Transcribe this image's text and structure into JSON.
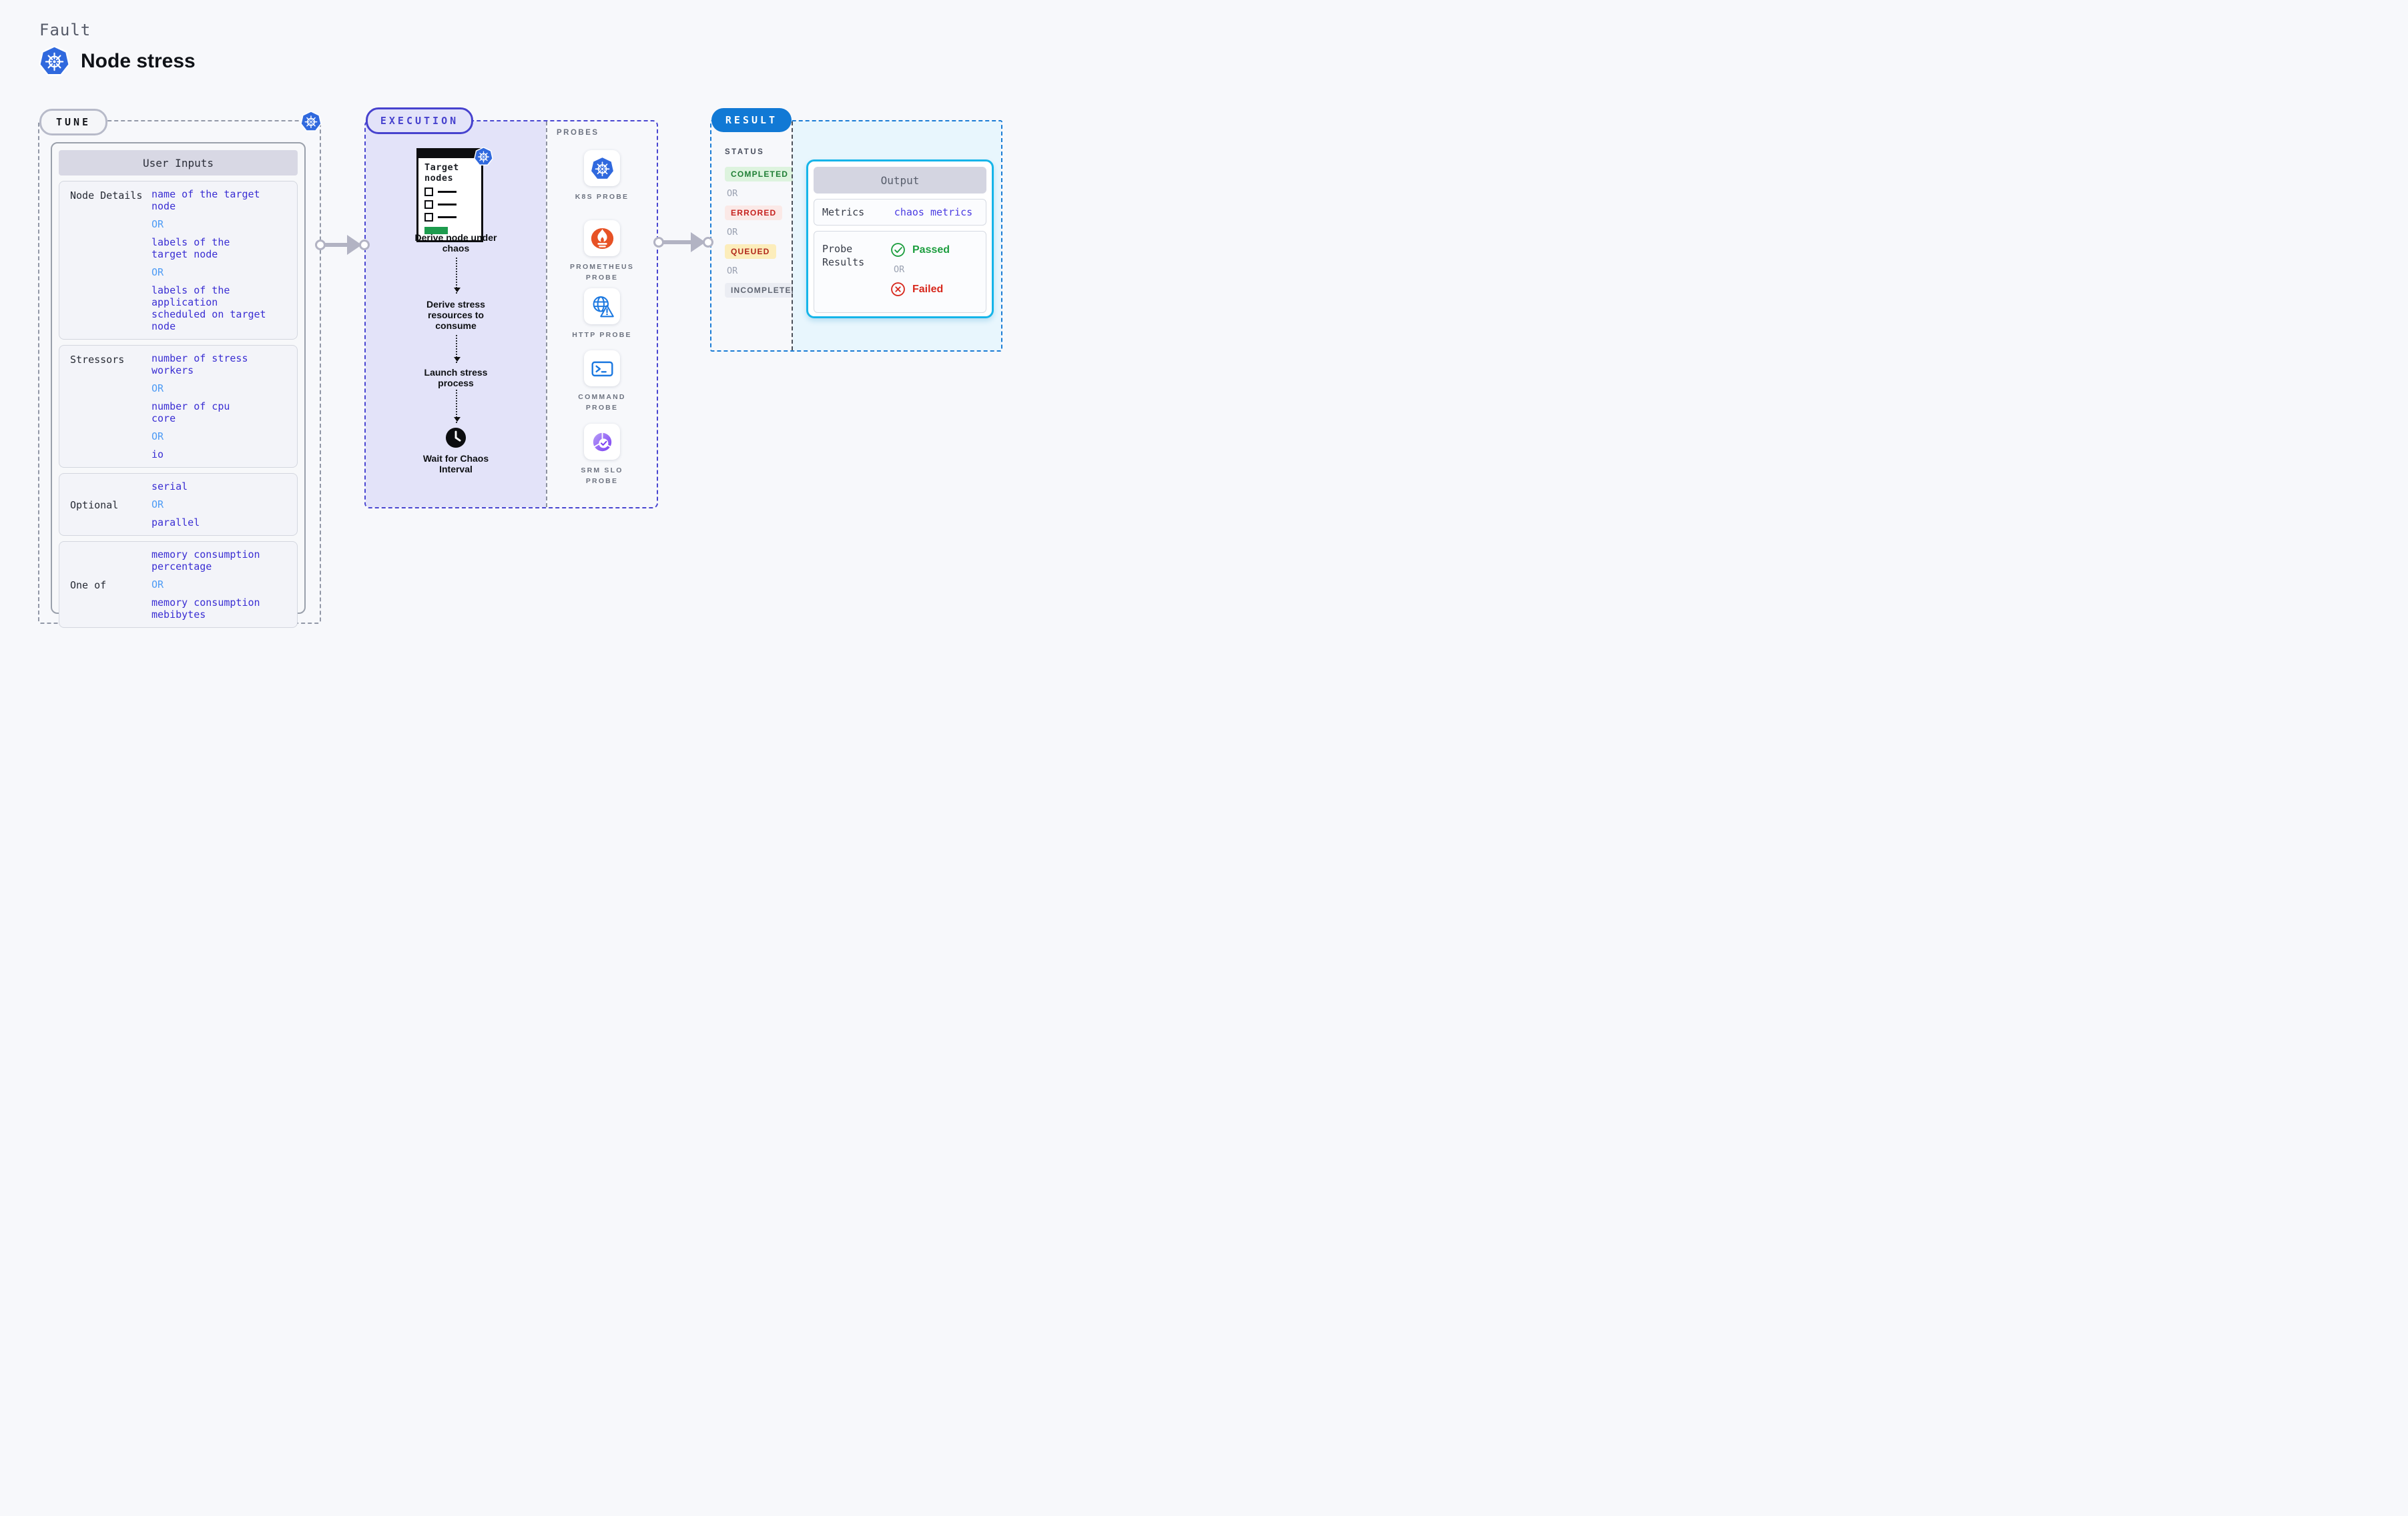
{
  "header": {
    "eyebrow": "Fault",
    "title": "Node stress"
  },
  "tune": {
    "label": "TUNE",
    "table_title": "User Inputs",
    "or_label": "OR",
    "rows": [
      {
        "label": "Node Details",
        "options": [
          "name of the target\nnode",
          "labels of the\ntarget node",
          "labels of the application\nscheduled on target node"
        ]
      },
      {
        "label": "Stressors",
        "options": [
          "number of stress\nworkers",
          "number of cpu\ncore",
          "io"
        ]
      },
      {
        "label": "Optional",
        "options": [
          "serial",
          "parallel"
        ]
      },
      {
        "label": "One of",
        "options": [
          "memory consumption\npercentage",
          "memory consumption\nmebibytes"
        ]
      }
    ]
  },
  "execution": {
    "label": "EXECUTION",
    "clipboard_title": "Target nodes",
    "steps": [
      "Derive node under\nchaos",
      "Derive stress\nresources to\nconsume",
      "Launch stress\nprocess",
      "Wait for Chaos\nInterval"
    ]
  },
  "probes": {
    "label": "PROBES",
    "items": [
      {
        "label": "K8S PROBE",
        "icon": "kubernetes-icon"
      },
      {
        "label": "PROMETHEUS PROBE",
        "icon": "prometheus-icon"
      },
      {
        "label": "HTTP PROBE",
        "icon": "http-globe-icon"
      },
      {
        "label": "COMMAND PROBE",
        "icon": "terminal-icon"
      },
      {
        "label": "SRM SLO PROBE",
        "icon": "slo-pie-icon"
      }
    ]
  },
  "result": {
    "label": "RESULT",
    "status_heading": "STATUS",
    "or_label": "OR",
    "statuses": [
      {
        "label": "COMPLETED",
        "state": "completed",
        "text_color": "#1e7e34",
        "bg_color": "#ddf3de"
      },
      {
        "label": "ERRORED",
        "state": "errored",
        "text_color": "#c5221f",
        "bg_color": "#fbe9e7"
      },
      {
        "label": "QUEUED",
        "state": "queued",
        "text_color": "#b1271b",
        "bg_color": "#fcedbb"
      },
      {
        "label": "INCOMPLETED",
        "state": "incompleted",
        "text_color": "#5f6572",
        "bg_color": "#ebedf3"
      }
    ],
    "output": {
      "title": "Output",
      "metrics_label": "Metrics",
      "metrics_value": "chaos metrics",
      "probe_results_label": "Probe\nResults",
      "passed_label": "Passed",
      "failed_label": "Failed"
    }
  },
  "colors": {
    "accent_indigo": "#4742ce",
    "accent_blue": "#1179d5",
    "accent_cyan": "#16b5e9",
    "execution_bg": "#e3e3f9",
    "output_panel_bg": "#e8f6fd",
    "value_text": "#3a2ed3",
    "or_text": "#4d9bf5",
    "passed_green": "#1d9e3f",
    "failed_red": "#d7281d",
    "kubernetes_blue": "#3069de",
    "prometheus_orange": "#e75225",
    "srm_purple": "#7b3ff2",
    "clipboard_green": "#1d9b4d"
  }
}
